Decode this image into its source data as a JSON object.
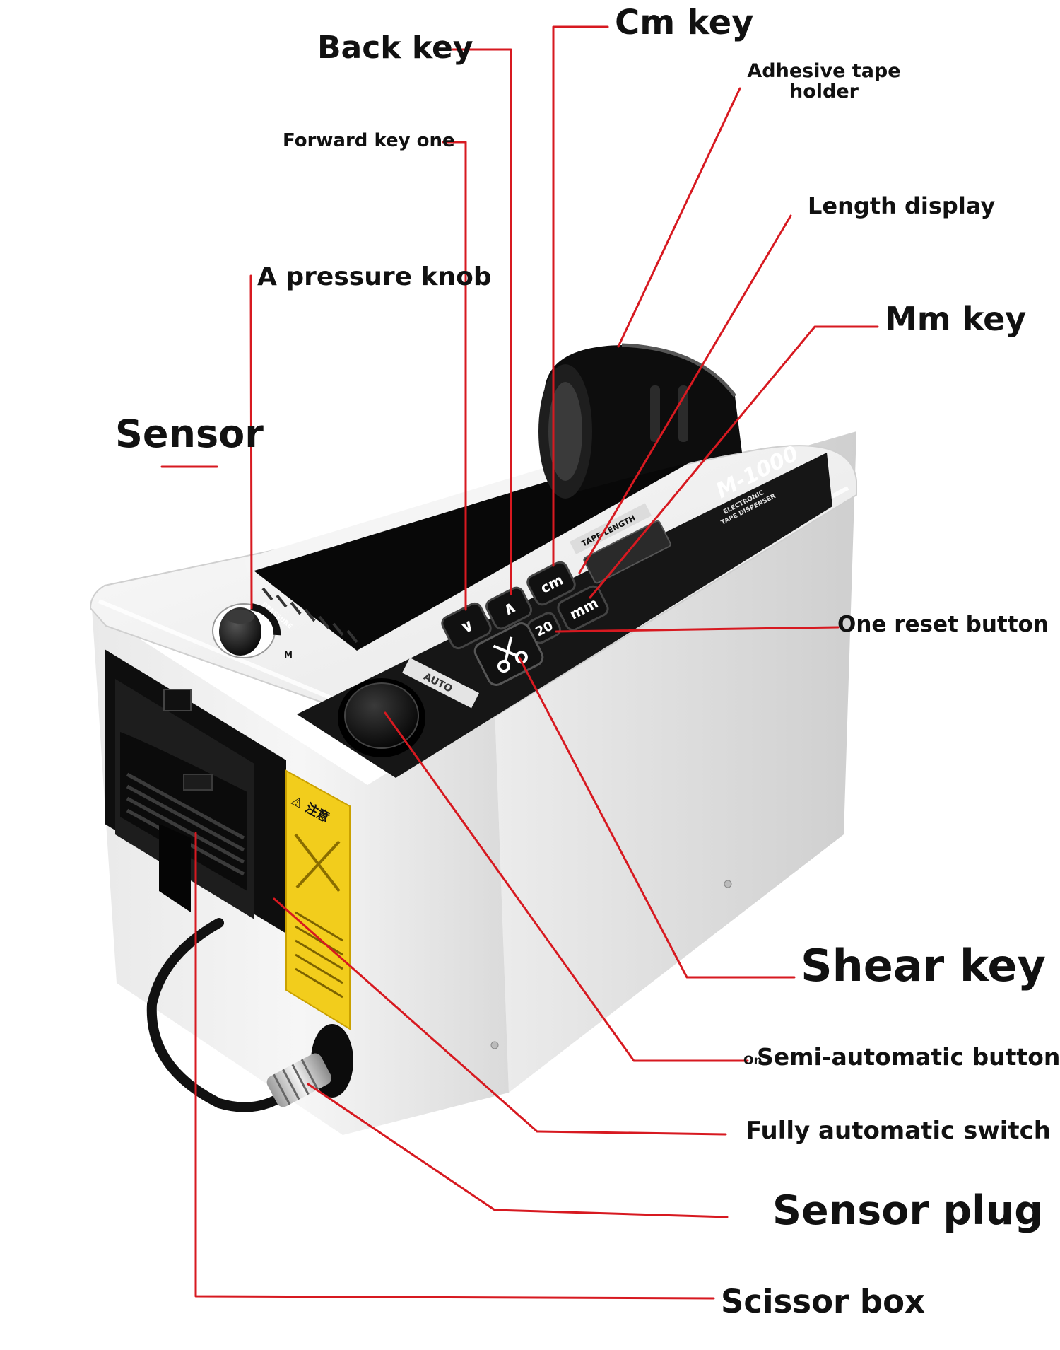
{
  "colors": {
    "leader_line": "#d71920",
    "label_text": "#111111",
    "body_white": "#f2f2f2",
    "body_shade": "#d7d7d7",
    "panel_black": "#151515",
    "warning_yellow": "#f2cd1c"
  },
  "labels": {
    "cm_key": "Cm key",
    "back_key": "Back key",
    "adhesive_tape_holder_line1": "Adhesive tape",
    "adhesive_tape_holder_line2": "holder",
    "forward_key_one": "Forward key one",
    "length_display": "Length display",
    "pressure_knob": "A pressure knob",
    "mm_key": "Mm key",
    "sensor": "Sensor",
    "one_reset_button": "One reset button",
    "shear_key": "Shear key",
    "semi_automatic_button": "Semi-automatic button",
    "semi_automatic_overlap": "On",
    "fully_automatic_switch": "Fully automatic switch",
    "sensor_plug": "Sensor plug",
    "scissor_box": "Scissor box"
  },
  "device": {
    "model_logo": "M-1000",
    "product_subtitle_line1": "ELECTRONIC",
    "product_subtitle_line2": "TAPE DISPENSER",
    "tape_length_label": "TAPE LENGTH",
    "pressure_ring_label": "PRESSURE",
    "key_cm": "cm",
    "key_mm": "mm",
    "key_reset": "20",
    "key_back_glyph": "∧",
    "key_forward_glyph": "∨",
    "auto_label": "AUTO",
    "warning_title": "⚠ 注意",
    "knob_mark": "M"
  }
}
